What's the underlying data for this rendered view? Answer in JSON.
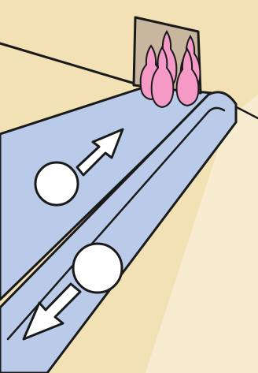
{
  "illustration": {
    "subject": "bowling-lane-with-ball-return",
    "elements": {
      "pins": {
        "count": 5
      },
      "balls": {
        "count": 2
      },
      "arrows": [
        {
          "name": "arrow-toward-pins",
          "direction": "up-right"
        },
        {
          "name": "arrow-return",
          "direction": "down-left"
        }
      ]
    },
    "colors": {
      "wall": "#f1e1b5",
      "floor": "#f7ecd0",
      "lane": "#b9cbe9",
      "pin": "#f59ac7",
      "pin_shadow": "#e783b4",
      "backboard": "#c8b79e",
      "outline": "#1a1a1a",
      "ball": "#ffffff",
      "arrow": "#ffffff"
    }
  }
}
